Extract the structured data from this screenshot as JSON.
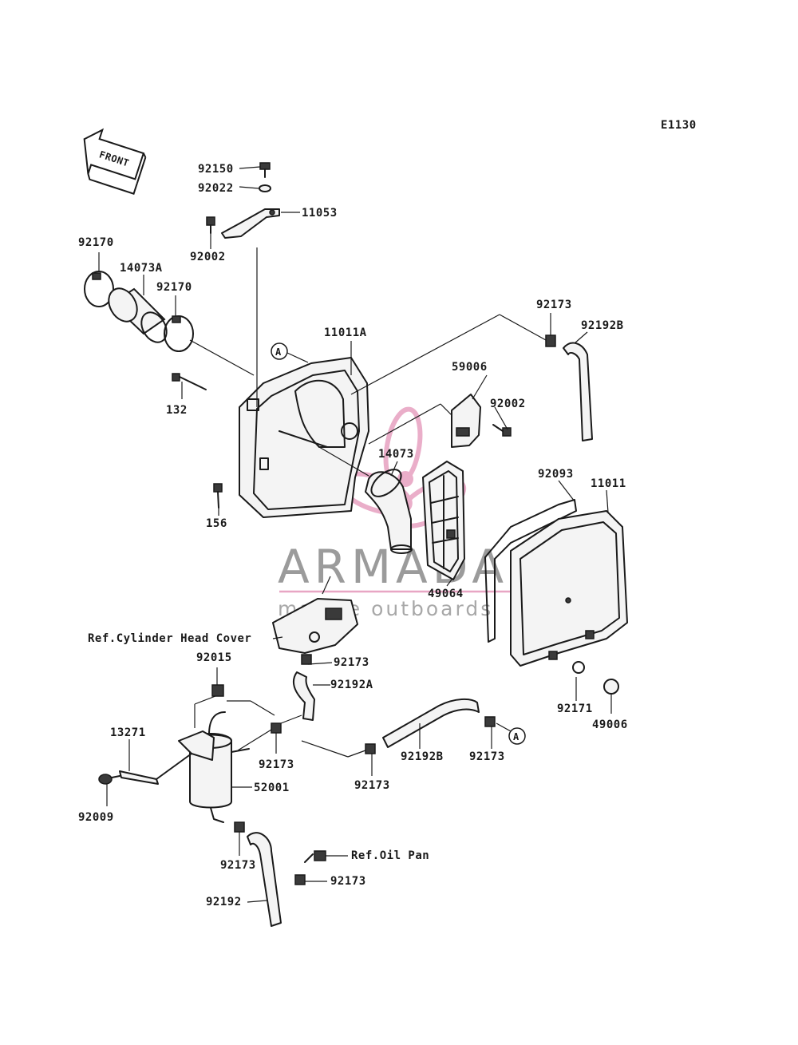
{
  "diagram_code": "E1130",
  "front_label": "FRONT",
  "connector_letter": "A",
  "watermark": {
    "brand": "ARMADA",
    "tagline": "marine outboards",
    "brand_color": "#8a8a8a",
    "accent_color": "#e8a6c4"
  },
  "labels": {
    "p92150": "92150",
    "p92022": "92022",
    "p11053": "11053",
    "p92002_top": "92002",
    "p92170_left": "92170",
    "p14073A": "14073A",
    "p92170_right": "92170",
    "p11011A": "11011A",
    "p92173_top": "92173",
    "p92192B_top": "92192B",
    "p59006": "59006",
    "p92002_mid": "92002",
    "p132": "132",
    "p14073": "14073",
    "p92093": "92093",
    "p11011": "11011",
    "p156": "156",
    "p49064": "49064",
    "ref_cyl": "Ref.Cylinder Head Cover",
    "p92015": "92015",
    "p92173_a": "92173",
    "p92192A": "92192A",
    "p92171": "92171",
    "p49006": "49006",
    "p13271": "13271",
    "p92173_b": "92173",
    "p92192B_low": "92192B",
    "p92173_c": "92173",
    "p52001": "52001",
    "p92173_d": "92173",
    "p92009": "92009",
    "p92173_e": "92173",
    "ref_oil": "Ref.Oil Pan",
    "p92173_f": "92173",
    "p92192": "92192"
  }
}
